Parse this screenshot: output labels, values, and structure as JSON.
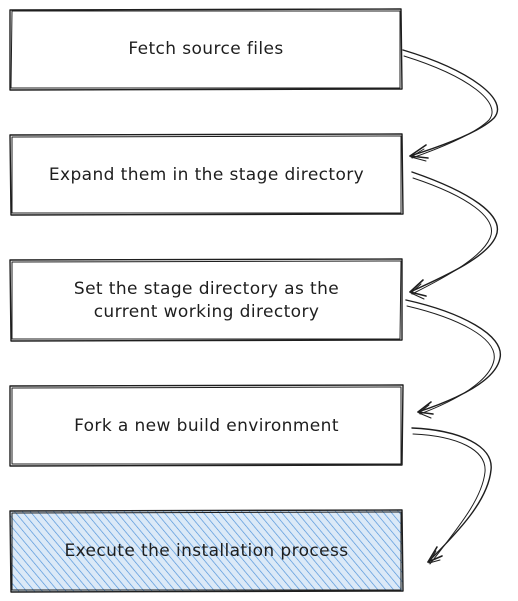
{
  "steps": [
    {
      "label": "Fetch source files"
    },
    {
      "label": "Expand them in the stage directory"
    },
    {
      "label": "Set the stage directory as the\ncurrent working directory"
    },
    {
      "label": "Fork a new build environment"
    },
    {
      "label": "Execute the installation process"
    }
  ],
  "colors": {
    "stroke": "#1e1e1e",
    "highlight_hatch": "#4a90d9",
    "highlight_fill": "#dbe9f7"
  }
}
